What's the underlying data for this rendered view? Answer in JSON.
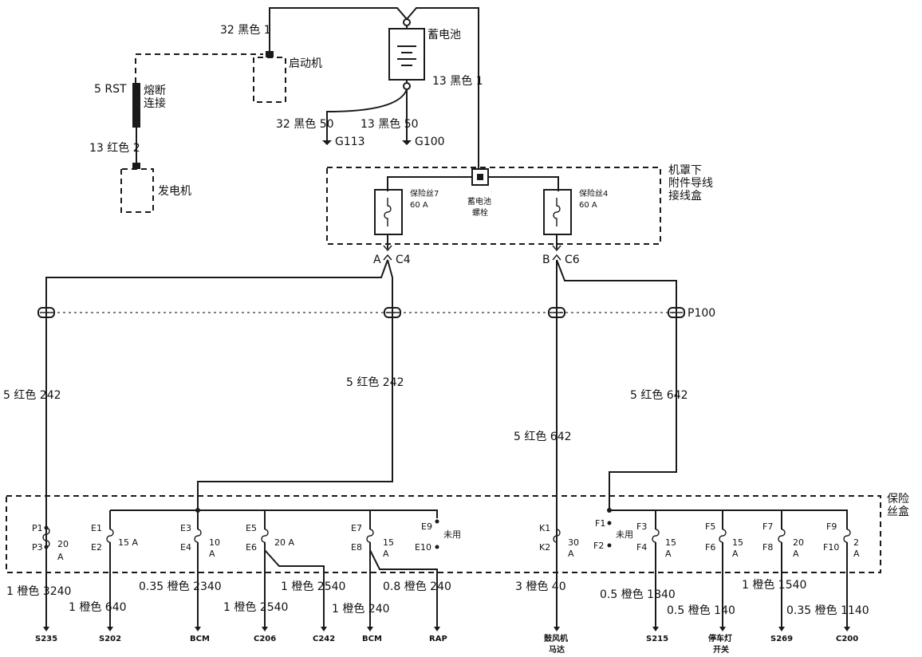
{
  "top": {
    "starter_wire": "32 黑色 1",
    "starter": "启动机",
    "battery": "蓄电池",
    "battery_out_wire": "13 黑色 1",
    "fusible_wire": "5 RST",
    "fusible_link_1": "熔断",
    "fusible_link_2": "连接",
    "gen_wire": "13 红色 2",
    "generator": "发电机",
    "ground1_wire": "32 黑色 50",
    "ground2_wire": "13 黑色 50",
    "ground1": "G113",
    "ground2": "G100"
  },
  "ubec": {
    "title_1": "机罩下",
    "title_2": "附件导线",
    "title_3": "接线盒",
    "fuse7_name": "保险丝7",
    "fuse7_rating": "60 A",
    "fuse4_name": "保险丝4",
    "fuse4_rating": "60 A",
    "stud_1": "蓄电池",
    "stud_2": "螺栓"
  },
  "connectors": {
    "a_pin": "A",
    "c4": "C4",
    "b_pin": "B",
    "c6": "C6",
    "p100": "P100"
  },
  "feeds": {
    "w1": "5 红色 242",
    "w2": "5 红色 242",
    "w3": "5 红色 642",
    "w4": "5 红色 642"
  },
  "fuse_block": {
    "title_1": "保险",
    "title_2": "丝盒",
    "p1": "P1",
    "p3": "P3",
    "p_rating": "20",
    "p_unit": "A",
    "e1": "E1",
    "e2": "E2",
    "e12_rating": "15 A",
    "e3": "E3",
    "e4": "E4",
    "e34_rating": "10",
    "e34_unit": "A",
    "e5": "E5",
    "e6": "E6",
    "e56_rating": "20 A",
    "e7": "E7",
    "e8": "E8",
    "e78_rating": "15",
    "e78_unit": "A",
    "e9": "E9",
    "e10": "E10",
    "unused_1": "未用",
    "k1": "K1",
    "k2": "K2",
    "k_rating": "30",
    "k_unit": "A",
    "f1": "F1",
    "f2": "F2",
    "unused_2": "未用",
    "f3": "F3",
    "f4": "F4",
    "f34_rating": "15",
    "f34_unit": "A",
    "f5": "F5",
    "f6": "F6",
    "f56_rating": "15",
    "f56_unit": "A",
    "f7": "F7",
    "f8": "F8",
    "f78_rating": "20",
    "f78_unit": "A",
    "f9": "F9",
    "f10": "F10",
    "f910_rating": "2",
    "f910_unit": "A"
  },
  "outputs": {
    "o1_wire": "1 橙色 3240",
    "o1": "S235",
    "o2_wire": "1 橙色 640",
    "o2": "S202",
    "o3_wire": "0.35 橙色 2340",
    "o3": "BCM",
    "o4_wire": "1 橙色 2540",
    "o4": "C206",
    "o5_wire": "1 橙色 2540",
    "o5": "C242",
    "o6_wire": "1 橙色 240",
    "o6": "BCM",
    "o7_wire": "0.8 橙色 240",
    "o7": "RAP",
    "o8_wire": "3 橙色 40",
    "o8_1": "鼓风机",
    "o8_2": "马达",
    "o9_wire": "0.5 橙色 1840",
    "o9": "S215",
    "o10_wire": "0.5 橙色 140",
    "o10_1": "停车灯",
    "o10_2": "开关",
    "o11_wire": "1 橙色 1540",
    "o11": "S269",
    "o12_wire": "0.35 橙色 1140",
    "o12": "C200"
  }
}
